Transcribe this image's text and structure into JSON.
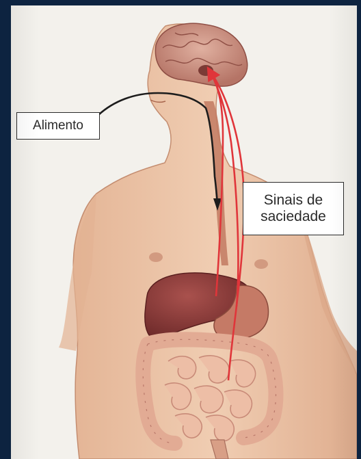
{
  "labels": {
    "food": "Alimento",
    "satiety_line1": "Sinais de",
    "satiety_line2": "saciedade"
  },
  "colors": {
    "background_frame": "#0d2340",
    "page": "#f3f1ec",
    "skin": "#ecc4a6",
    "skin_shadow": "#d9a585",
    "liver": "#8e3a3a",
    "stomach": "#c57a66",
    "intestine": "#e9b39a",
    "brain": "#c98a7a",
    "signal_arrows": "#e0353a",
    "food_arrow": "#1c1c1c"
  },
  "icons": {
    "food_path": "curved-arrow-down",
    "satiety_signals": "red-arrows-up"
  }
}
